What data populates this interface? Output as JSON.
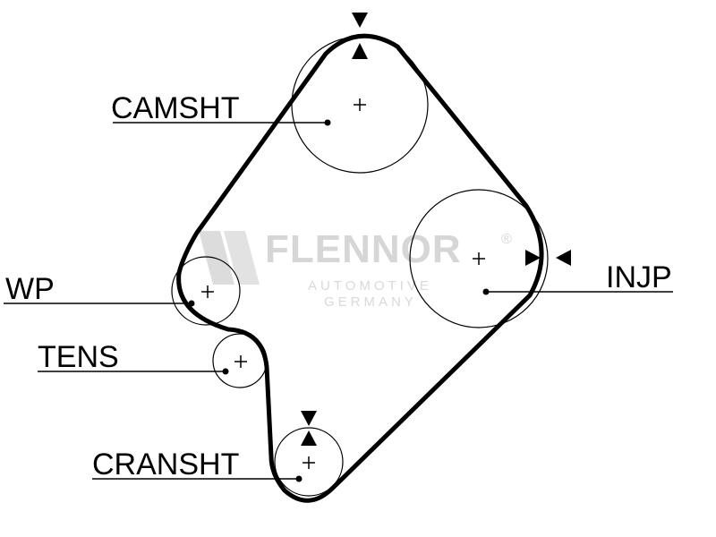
{
  "watermark": {
    "brand": "FLENNOR",
    "registered": "®",
    "line1": "AUTOMOTIVE",
    "line2": "GERMANY",
    "logo_icon": "flennor-logo-icon"
  },
  "labels": {
    "camshaft": "CAMSHT",
    "injection_pump": "INJP",
    "water_pump": "WP",
    "tensioner": "TENS",
    "crankshaft": "CRANSHT"
  },
  "icons": {
    "center_mark": "crosshair-icon",
    "timing_mark": "arrow-triangle-icon"
  },
  "colors": {
    "line": "#000000",
    "watermark": "#d6d6d6",
    "background": "#ffffff"
  }
}
